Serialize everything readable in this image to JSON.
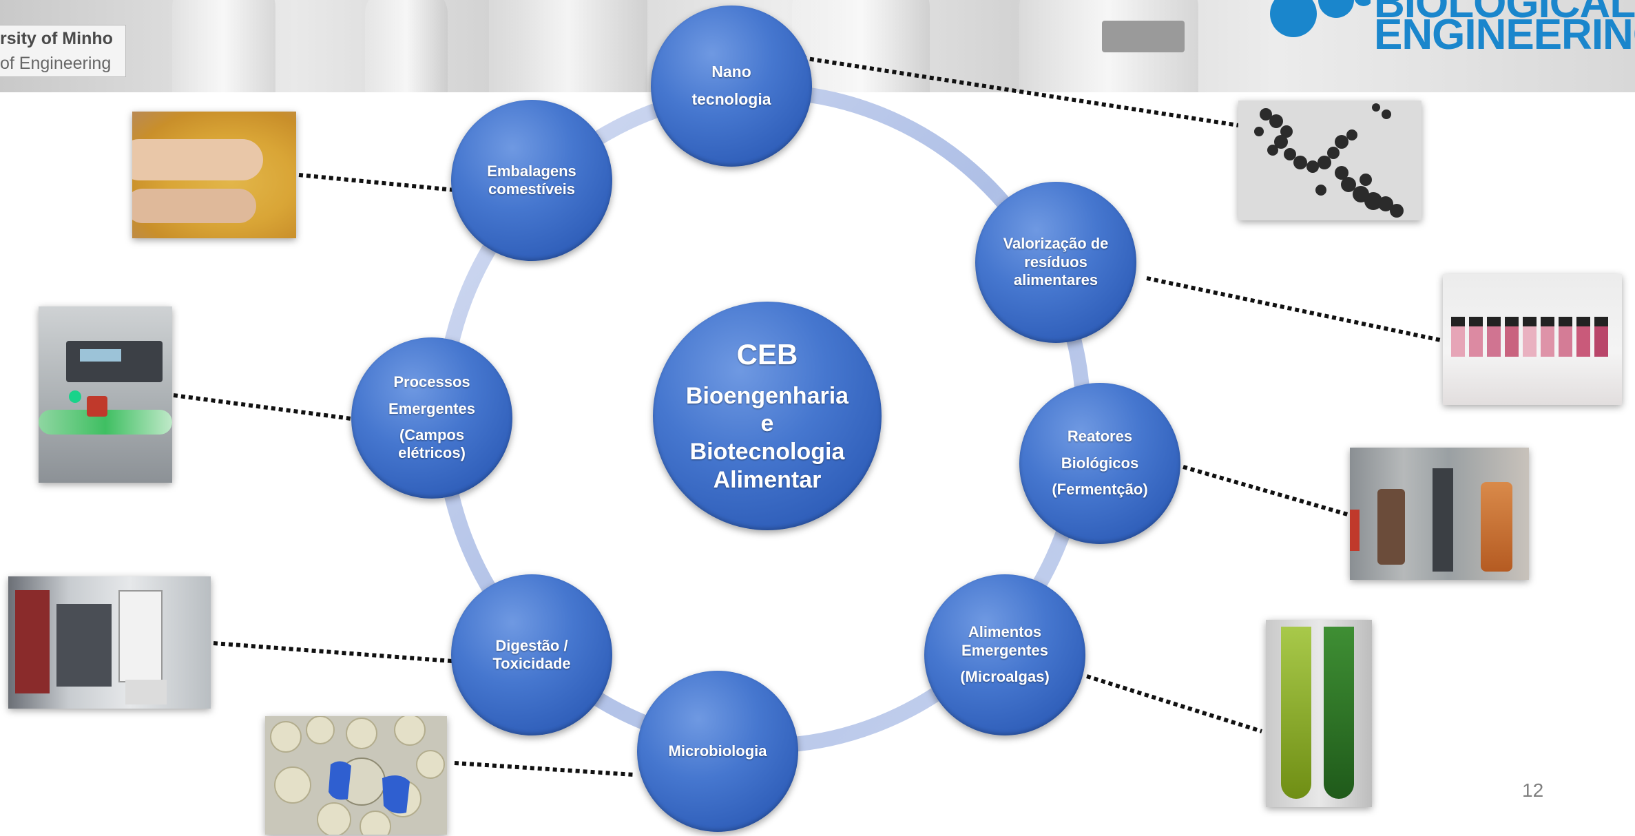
{
  "header": {
    "university_line1": "rsity of Minho",
    "university_line2": " of Engineering",
    "logo_line1": "BIOLOGICAL",
    "logo_line2": "ENGINEERING",
    "logo_color": "#1a86cc"
  },
  "center": {
    "acronym": "CEB",
    "title_line1": "Bioengenharia",
    "title_line2": "e",
    "title_line3": "Biotecnologia",
    "title_line4": "Alimentar"
  },
  "nodes": {
    "nano": {
      "line1": "Nano",
      "line2": "tecnologia"
    },
    "valorizacao": {
      "line1": "Valorização de",
      "line2": "resíduos",
      "line3": "alimentares"
    },
    "reatores": {
      "line1": "Reatores",
      "line2": "Biológicos",
      "line3": "(Fermentção)"
    },
    "alimentos": {
      "line1": "Alimentos",
      "line2": "Emergentes",
      "line3": "(Microalgas)"
    },
    "microbiologia": {
      "line1": "Microbiologia"
    },
    "digestao": {
      "line1": "Digestão /",
      "line2": "Toxicidade"
    },
    "processos": {
      "line1": "Processos",
      "line2": "Emergentes",
      "line3": "(Campos",
      "line4": "elétricos)"
    },
    "embalagens": {
      "line1": "Embalagens",
      "line2": "comestíveis"
    }
  },
  "photos": {
    "edible_film": "edible-film-photo",
    "tem_nanoparticles": "tem-micrograph-photo",
    "vials": "pink-vials-photo",
    "bioreactors": "bioreactor-photo",
    "microalgae_tubes": "microalgae-tubes-photo",
    "petri_dishes": "petri-dishes-photo",
    "digestion_setup": "digestion-setup-photo",
    "electric_field": "electric-field-equipment-photo"
  },
  "colors": {
    "node_blue": "#3b6bc6",
    "ring": "#b8c8ea",
    "connector": "#111111"
  },
  "footer": {
    "page_number": "12"
  }
}
